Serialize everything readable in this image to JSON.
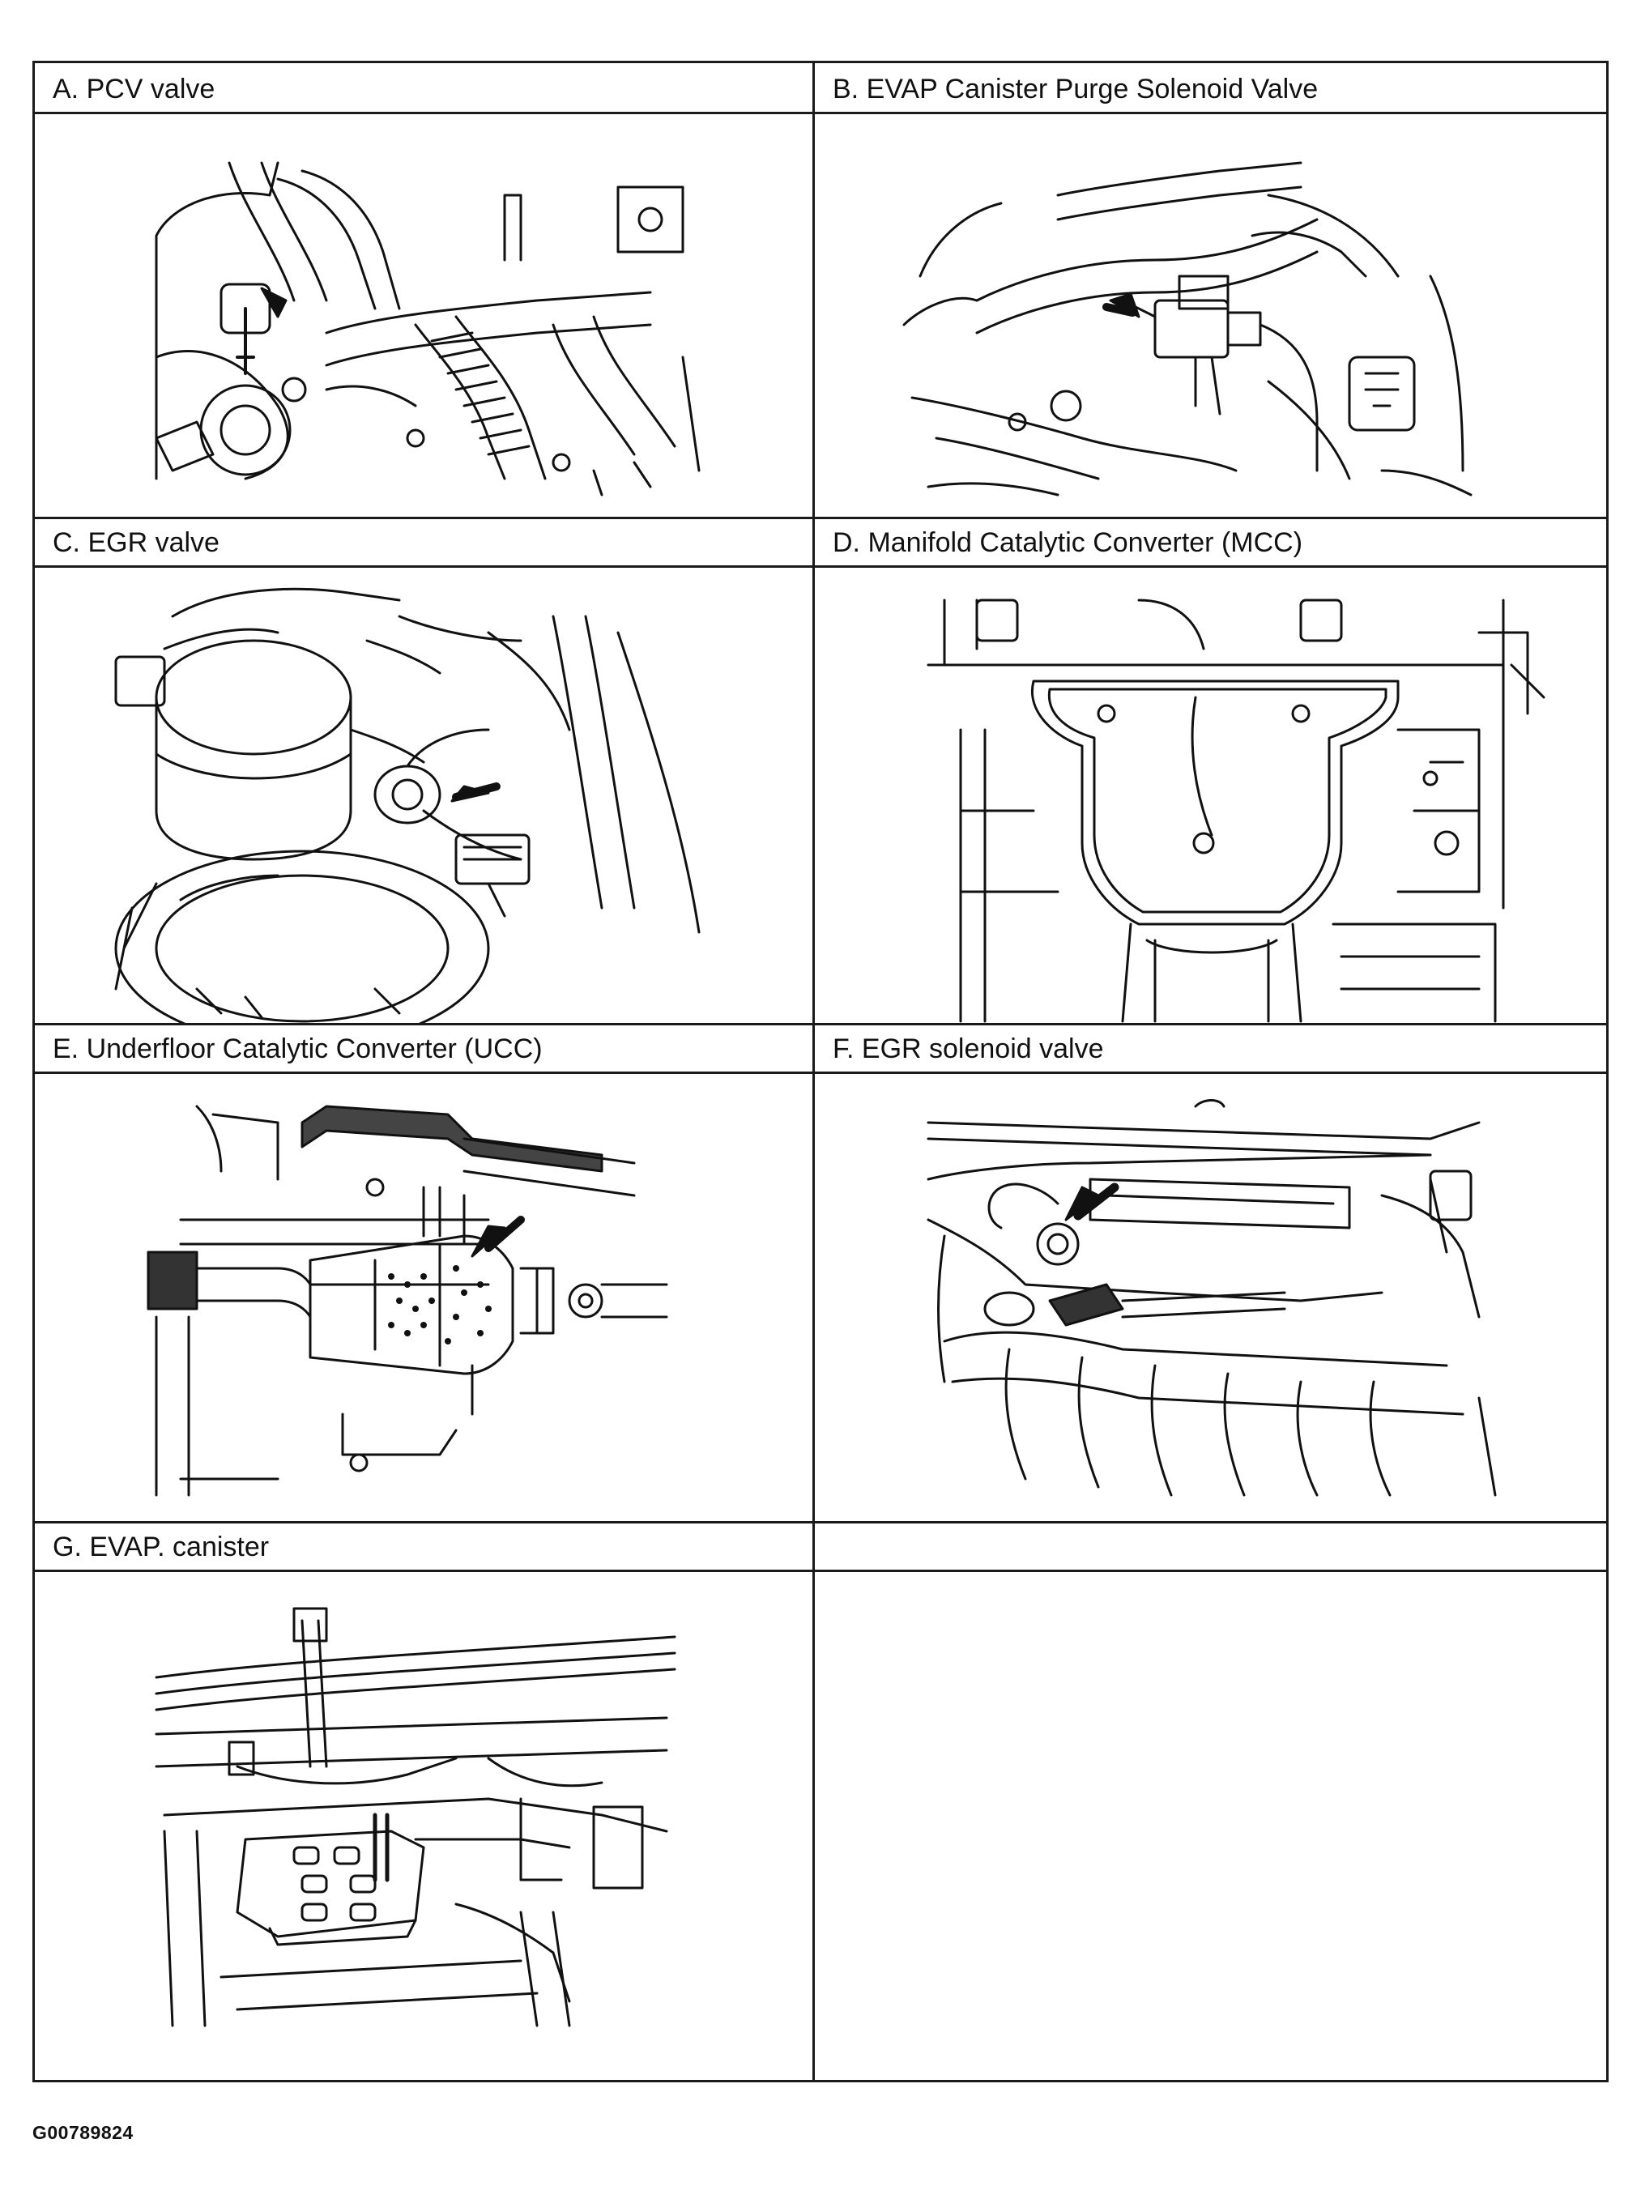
{
  "panels": {
    "a": {
      "label": "A. PCV valve"
    },
    "b": {
      "label": "B. EVAP Canister Purge Solenoid Valve"
    },
    "c": {
      "label": "C. EGR valve"
    },
    "d": {
      "label": "D. Manifold Catalytic Converter (MCC)"
    },
    "e": {
      "label": "E. Underfloor Catalytic Converter (UCC)"
    },
    "f": {
      "label": "F. EGR solenoid valve"
    },
    "g": {
      "label": "G. EVAP. canister"
    },
    "h": {
      "label": ""
    }
  },
  "footer": {
    "code": "G00789824"
  }
}
